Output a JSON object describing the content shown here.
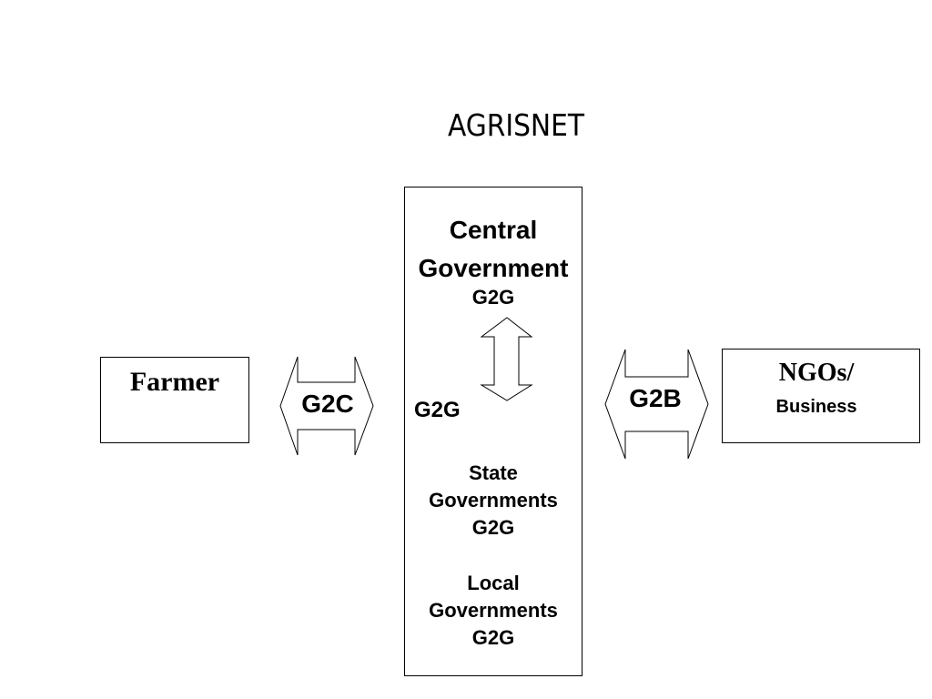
{
  "title": "AGRISNET",
  "farmer": {
    "label": "Farmer"
  },
  "ngo": {
    "label": "NGOs/",
    "sublabel": "Business"
  },
  "central": {
    "line1": "Central",
    "line2": "Government",
    "g2g": "G2G"
  },
  "inner_arrow_label": "G2G",
  "state": {
    "line1": "State",
    "line2": "Governments",
    "g2g": "G2G"
  },
  "local": {
    "line1": "Local",
    "line2": "Governments",
    "g2g": "G2G"
  },
  "arrows": {
    "left_label": "G2C",
    "right_label": "G2B"
  }
}
